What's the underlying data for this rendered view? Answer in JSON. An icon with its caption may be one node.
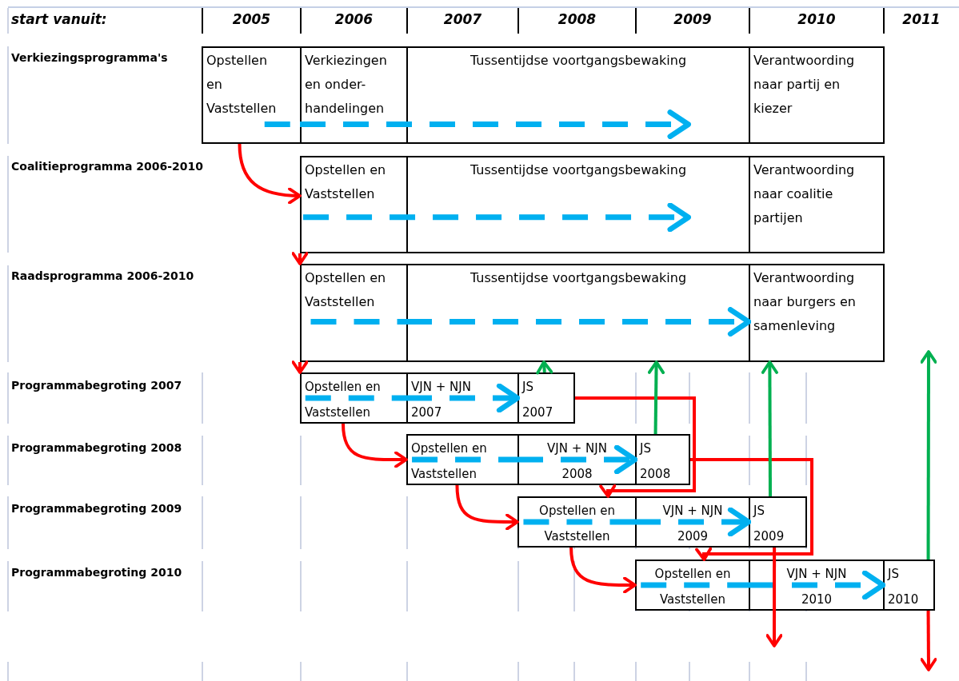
{
  "diagram": {
    "nodes": [
      {
        "text": [
          "Opstellen en Vaststellen"
        ]
      },
      {
        "text": [
          "Verkiezingen en onder-handelingen"
        ]
      },
      {
        "text": [
          "Tussentijdse voortgangsbewaking"
        ]
      },
      {
        "text": [
          "Verantwoording naar partij en kiezer"
        ]
      },
      {
        "text": [
          "Opstellen en Vaststellen"
        ]
      },
      {
        "text": [
          "Tussentijdse voortgangsbewaking"
        ]
      },
      {
        "text": [
          "Verantwoording naar coalitie partijen"
        ]
      },
      {
        "text": [
          "Opstellen en Vaststellen"
        ]
      },
      {
        "text": [
          "Tussentijdse voortgangsbewaking"
        ]
      },
      {
        "text": [
          "Verantwoording naar burgers en samenleving"
        ]
      },
      {
        "text": [
          "Opstellen en Vaststellen"
        ]
      },
      {
        "text": [
          "VJN + NJN 2007"
        ]
      },
      {
        "text": [
          "JS 2007"
        ]
      },
      {
        "text": [
          "Opstellen en Vaststellen"
        ]
      },
      {
        "text": [
          "VJN + NJN 2008"
        ]
      },
      {
        "text": [
          "JS 2008"
        ]
      },
      {
        "text": [
          "Opstellen en Vaststellen"
        ]
      },
      {
        "text": [
          "VJN + NJN 2009"
        ]
      },
      {
        "text": [
          "JS 2009"
        ]
      },
      {
        "text": [
          "Opstellen en Vaststellen"
        ]
      },
      {
        "text": [
          "VJN + NJN 2010"
        ]
      },
      {
        "text": [
          "JS 2010"
        ]
      }
    ],
    "edges": [
      {
        "from": 0,
        "to": 1,
        "arrow": "none",
        "style": "dashed"
      },
      {
        "from": 1,
        "to": 2,
        "arrow": "to",
        "style": "dashed"
      },
      {
        "from": 4,
        "to": 5,
        "arrow": "to",
        "style": "dashed"
      },
      {
        "from": 7,
        "to": 8,
        "arrow": "none",
        "style": "dashed"
      },
      {
        "from": 8,
        "to": 9,
        "arrow": "to",
        "style": "dashed"
      },
      {
        "from": 10,
        "to": 11,
        "arrow": "none",
        "style": "dashed"
      },
      {
        "from": 11,
        "to": 12,
        "arrow": "to",
        "style": "dashed"
      },
      {
        "from": 13,
        "to": 14,
        "arrow": "none",
        "style": "dashed"
      },
      {
        "from": 14,
        "to": 15,
        "arrow": "to",
        "style": "dashed"
      },
      {
        "from": 16,
        "to": 17,
        "arrow": "none",
        "style": "dashed"
      },
      {
        "from": 17,
        "to": 18,
        "arrow": "to",
        "style": "dashed"
      },
      {
        "from": 19,
        "to": 20,
        "arrow": "none",
        "style": "dashed"
      },
      {
        "from": 20,
        "to": 21,
        "arrow": "to",
        "style": "dashed"
      },
      {
        "from": 0,
        "to": 4,
        "arrow": "to",
        "color": "#ff0000"
      },
      {
        "from": 4,
        "to": 7,
        "arrow": "to",
        "color": "#ff0000"
      },
      {
        "from": 7,
        "to": 10,
        "arrow": "to",
        "color": "#ff0000"
      },
      {
        "from": 10,
        "to": 13,
        "arrow": "to",
        "color": "#ff0000"
      },
      {
        "from": 13,
        "to": 16,
        "arrow": "to",
        "color": "#ff0000"
      },
      {
        "from": 16,
        "to": 19,
        "arrow": "to",
        "color": "#ff0000"
      },
      {
        "from": 12,
        "to": 16,
        "arrow": "to",
        "color": "#ff0000"
      },
      {
        "from": 15,
        "to": 19,
        "arrow": "to",
        "color": "#ff0000"
      },
      {
        "from": 18,
        "to": null,
        "arrow": "to",
        "color": "#ff0000"
      },
      {
        "from": 21,
        "to": null,
        "arrow": "to",
        "color": "#ff0000"
      },
      {
        "from": 12,
        "to": 8,
        "arrow": "to",
        "color": "#00b050"
      },
      {
        "from": 15,
        "to": 8,
        "arrow": "to",
        "color": "#00b050"
      },
      {
        "from": 18,
        "to": 9,
        "arrow": "to",
        "color": "#00b050"
      },
      {
        "from": 21,
        "to": null,
        "arrow": "to",
        "color": "#00b050"
      }
    ],
    "labels": [
      "start vanuit:",
      "2005",
      "2006",
      "2007",
      "2008",
      "2009",
      "2010",
      "2011",
      "Verkiezingsprogramma's",
      "Coalitieprogramma 2006-2010",
      "Raadsprogramma 2006-2010",
      "Programmabegroting 2007",
      "Programmabegroting 2008",
      "Programmabegroting 2009",
      "Programmabegroting 2010"
    ]
  }
}
